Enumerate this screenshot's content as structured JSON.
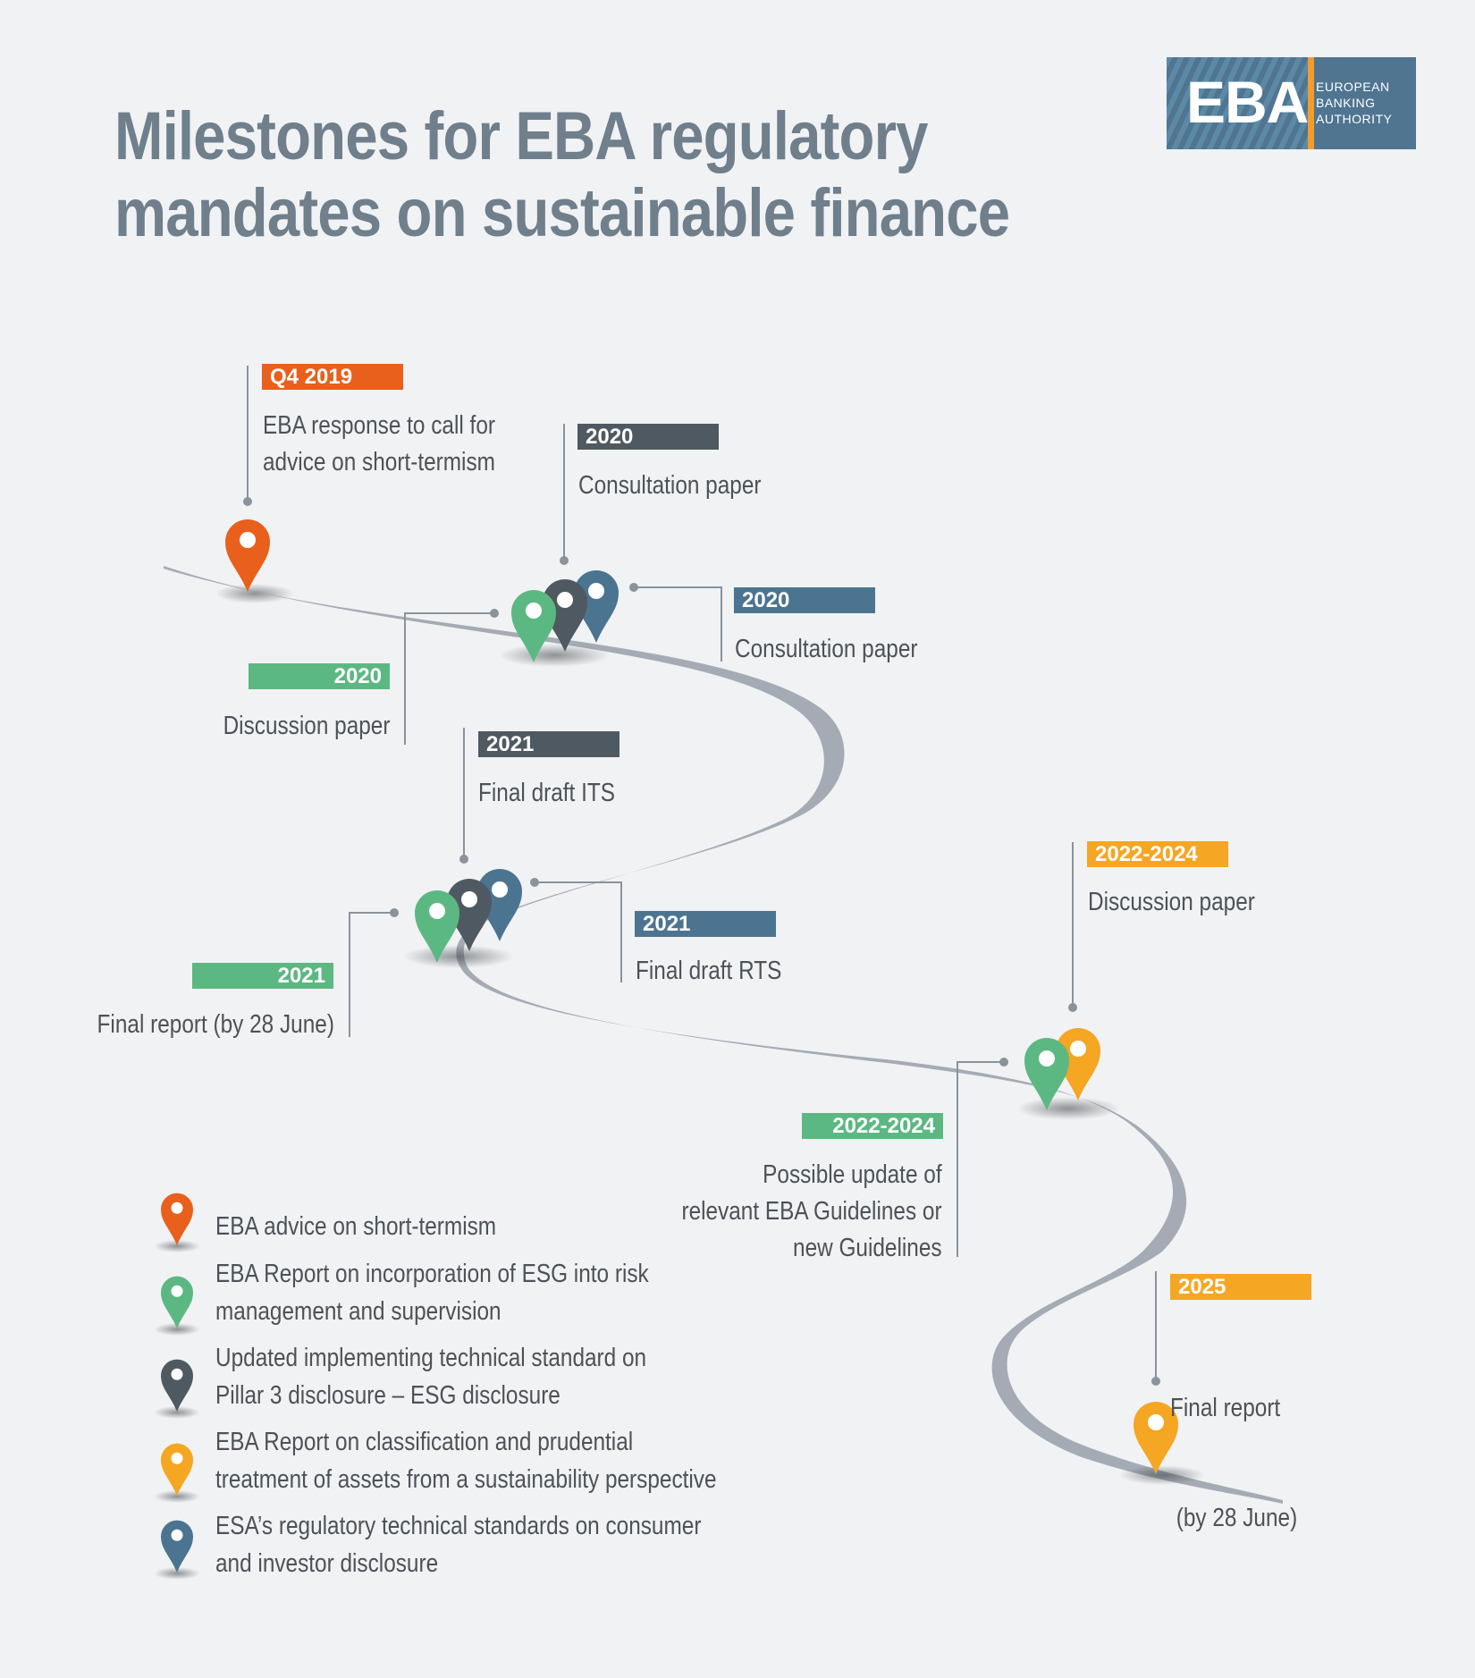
{
  "title": {
    "line1": "Milestones for EBA regulatory",
    "line2": "mandates on sustainable finance"
  },
  "logo": {
    "mark": "EBA",
    "line1": "EUROPEAN",
    "line2": "BANKING",
    "line3": "AUTHORITY"
  },
  "colors": {
    "orange": "#e8601c",
    "green": "#5cb882",
    "dark": "#4f5961",
    "yellow": "#f5a623",
    "blue": "#4b7491",
    "road": "#a5abb4",
    "connector": "#8a939b"
  },
  "milestones": [
    {
      "tag": "Q4 2019",
      "line1": "EBA response to call for",
      "line2": "advice on short-termism",
      "series": "orange"
    },
    {
      "tag": "2020",
      "line1": "Consultation paper",
      "series": "dark"
    },
    {
      "tag": "2020",
      "line1": "Consultation paper",
      "series": "blue"
    },
    {
      "tag": "2020",
      "line1": "Discussion paper",
      "series": "green"
    },
    {
      "tag": "2021",
      "line1": "Final draft ITS",
      "series": "dark"
    },
    {
      "tag": "2021",
      "line1": "Final draft RTS",
      "series": "blue"
    },
    {
      "tag": "2021",
      "line1": "Final report (by 28 June)",
      "series": "green"
    },
    {
      "tag": "2022-2024",
      "line1": "Discussion paper",
      "series": "yellow"
    },
    {
      "tag": "2022-2024",
      "line1": "Possible update of",
      "line2": "relevant EBA Guidelines or",
      "line3": "new Guidelines",
      "series": "green"
    },
    {
      "tag": "2025",
      "line1": "Final report",
      "line2": " (by 28 June)",
      "series": "yellow"
    }
  ],
  "legend": [
    {
      "line1": "EBA advice on short-termism",
      "icon": "orange-pin-icon",
      "color": "#e8601c"
    },
    {
      "line1": "EBA Report on incorporation of ESG into risk",
      "line2": "management and supervision",
      "icon": "green-pin-icon",
      "color": "#5cb882"
    },
    {
      "line1": "Updated implementing technical standard on",
      "line2": "Pillar 3 disclosure – ESG disclosure",
      "icon": "dark-pin-icon",
      "color": "#4f5961"
    },
    {
      "line1": "EBA Report on classification and prudential",
      "line2": "treatment of assets from a sustainability perspective",
      "icon": "yellow-pin-icon",
      "color": "#f5a623"
    },
    {
      "line1": "ESA’s regulatory technical standards on consumer",
      "line2": "and investor disclosure",
      "icon": "blue-pin-icon",
      "color": "#4b7491"
    }
  ]
}
